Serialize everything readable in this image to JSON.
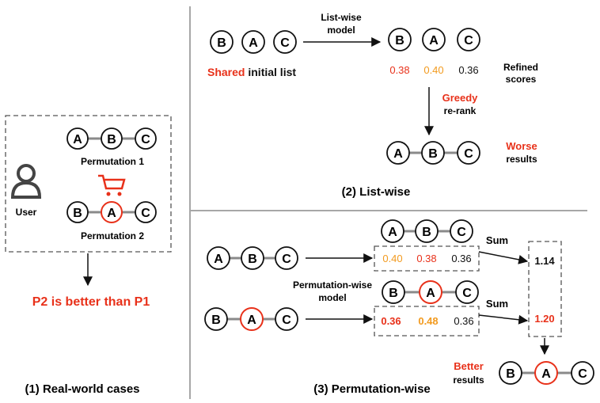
{
  "colors": {
    "red": "#e8311a",
    "orange": "#f29a1e",
    "black": "#1a1a1a",
    "gray": "#8a8a8a",
    "link": "#8a8a8a"
  },
  "icons": [
    "user-icon",
    "shopping-cart-icon",
    "arrow-icon"
  ],
  "panel1": {
    "perm1": [
      "A",
      "B",
      "C"
    ],
    "perm1_label": "Permutation 1",
    "perm2": [
      "B",
      "A",
      "C"
    ],
    "perm2_label": "Permutation 2",
    "user_label": "User",
    "conclusion": "P2 is better than P1",
    "caption": "(1) Real-world cases"
  },
  "panel2": {
    "initial": [
      "B",
      "A",
      "C"
    ],
    "shared_word": "Shared",
    "initial_rest": " initial list",
    "model_line1": "List-wise",
    "model_line2": "model",
    "refined": [
      "B",
      "A",
      "C"
    ],
    "scores": [
      "0.38",
      "0.40",
      "0.36"
    ],
    "refined_label_1": "Refined",
    "refined_label_2": "scores",
    "greedy_1": "Greedy",
    "greedy_2": "re-rank",
    "result": [
      "A",
      "B",
      "C"
    ],
    "worse_1": "Worse",
    "worse_2": "results",
    "caption": "(2) List-wise"
  },
  "panel3": {
    "input1": [
      "A",
      "B",
      "C"
    ],
    "input2": [
      "B",
      "A",
      "C"
    ],
    "top_perm": [
      "A",
      "B",
      "C"
    ],
    "mid_perm": [
      "B",
      "A",
      "C"
    ],
    "scores1": [
      "0.40",
      "0.38",
      "0.36"
    ],
    "scores2": [
      "0.36",
      "0.48",
      "0.36"
    ],
    "model_line1": "Permutation-wise",
    "model_line2": "model",
    "sum_label": "Sum",
    "sum1": "1.14",
    "sum2": "1.20",
    "better_1": "Better",
    "better_2": "results",
    "result": [
      "B",
      "A",
      "C"
    ],
    "caption": "(3) Permutation-wise"
  }
}
